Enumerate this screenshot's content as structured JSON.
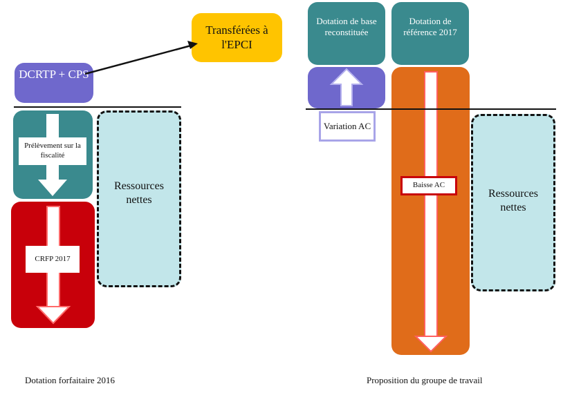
{
  "left_panel": {
    "dcrtp_box": {
      "label": "DCRTP + CPS",
      "color": "#6f68cc"
    },
    "transfer_box": {
      "label": "Transférées à l'EPCI",
      "color": "#ffc400"
    },
    "prelevement_box": {
      "label": "Prélèvement sur la fiscalité",
      "color": "#3a8a8e"
    },
    "crfp_box": {
      "label": "CRFP 2017",
      "color": "#c8000a"
    },
    "ressources_box": {
      "label": "Ressources nettes",
      "color": "#c2e6ea"
    },
    "caption": "Dotation forfaitaire 2016"
  },
  "right_panel": {
    "dotation_base_box": {
      "label": "Dotation de base reconstituée",
      "color": "#3a8a8e"
    },
    "dotation_reference_box": {
      "label": "Dotation de référence 2017",
      "color": "#3a8a8e"
    },
    "variation_box": {
      "color": "#6f68cc"
    },
    "variation_label": "Variation AC",
    "baisse_box": {
      "color": "#e06c1a"
    },
    "baisse_label": "Baisse AC",
    "ressources_box": {
      "label": "Ressources nettes",
      "color": "#c2e6ea"
    },
    "caption": "Proposition du groupe de travail"
  }
}
